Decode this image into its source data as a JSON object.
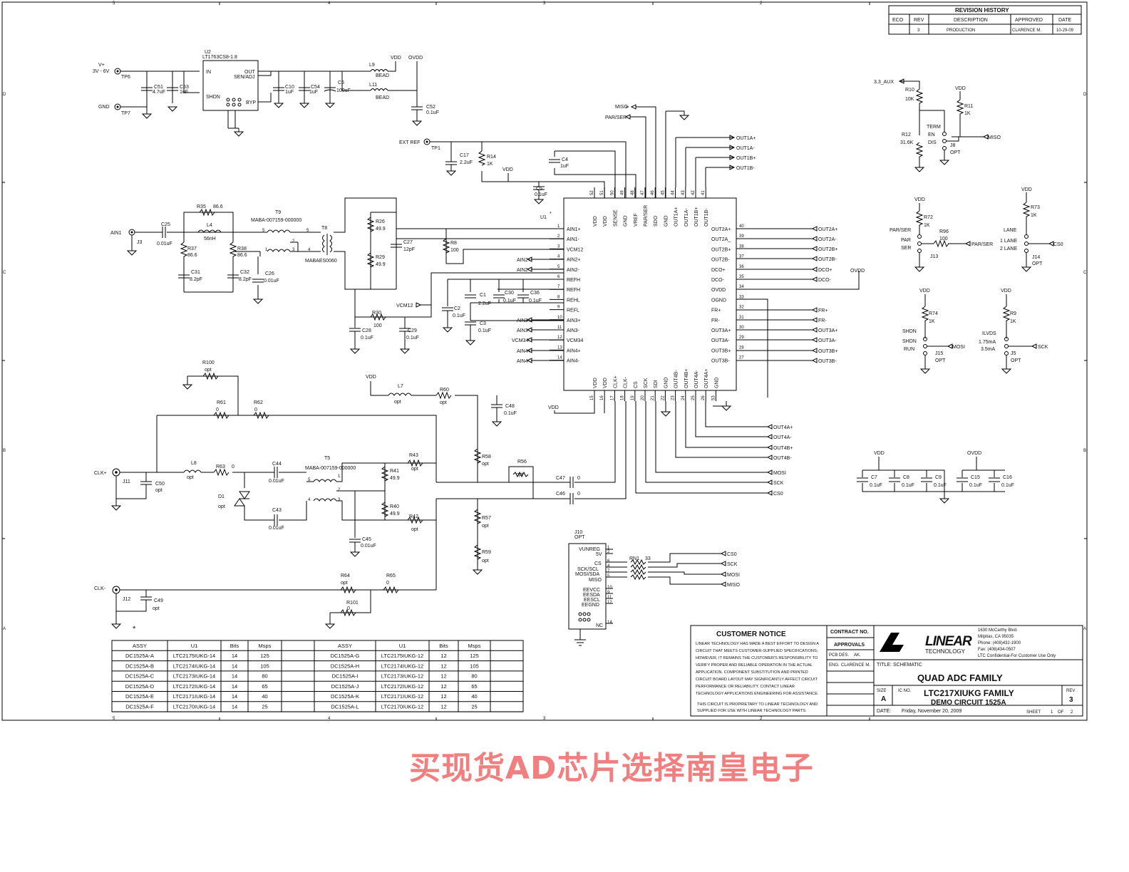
{
  "revision": {
    "title": "REVISION HISTORY",
    "headers": [
      "ECO",
      "REV",
      "DESCRIPTION",
      "APPROVED",
      "DATE"
    ],
    "row": [
      "",
      "3",
      "PRODUCTION",
      "CLARENCE M.",
      "10-29-09"
    ]
  },
  "power": {
    "vplus": "V+",
    "vrange": "3V - 6V",
    "tp6": "TP6",
    "gnd": "GND",
    "tp7": "TP7",
    "u2": "U2",
    "u2part": "LT1763CS8-1.8",
    "pin_in": "IN",
    "pin_out": "OUT",
    "pin_sen": "SEN/ADJ",
    "pin_shdn": "SHDN",
    "pin_byp": "BYP",
    "c51": "C51",
    "c51v": "4.7uF",
    "c53": "C53",
    "c53v": "1uF",
    "c10": "C10",
    "c10v": "1uF",
    "c54": "C54",
    "c54v": "1uF",
    "c6": "C6",
    "c6v": "100uF",
    "l9": "L9",
    "l11": "L11",
    "bead": "BEAD",
    "vdd": "VDD",
    "ovdd": "OVDD",
    "c52": "C52",
    "c52v": "0.1uF"
  },
  "ref": {
    "extref": "EXT REF",
    "tp1": "TP1",
    "c17": "C17",
    "c17v": "2.2uF",
    "r14": "R14",
    "r14v": "1K",
    "c4": "C4",
    "c4v": "1uF",
    "c5": "C5",
    "c5v": "0.1uF",
    "vdd": "VDD",
    "miso": "MISO",
    "parser": "PAR/SER"
  },
  "ain": {
    "ain1": "AIN1",
    "j3": "J3",
    "c25": "C25",
    "c25v": "0.01uF",
    "r35": "R35",
    "r35v": "86.6",
    "l4": "L4",
    "l4v": "56nH",
    "r37": "R37",
    "r37v": "86.6",
    "r38": "R38",
    "r38v": "86.6",
    "c31": "C31",
    "c31v": "8.2pF",
    "c32": "C32",
    "c32v": "8.2pF",
    "c26": "C26",
    "c26v": "0.01uF",
    "t9": "T9",
    "t9p": "MABA-007159-000000",
    "t8": "T8",
    "t8p": "MABAES0060",
    "r26": "R26",
    "r26v": "49.9",
    "r29": "R29",
    "r29v": "49.9",
    "c27": "C27",
    "c27v": "12pF",
    "r8": "R8",
    "r8v": "100",
    "r30": "R30",
    "r30v": "100",
    "c28": "C28",
    "c28v": "0.1uF",
    "c29": "C29",
    "c29v": "0.1uF",
    "vcm12": "VCM12"
  },
  "refcaps": {
    "c1": "C1",
    "c1v": "2.2uF",
    "c30": "C30",
    "c30v": "0.1uF",
    "c36": "C36",
    "c36v": "0.1uF",
    "c2": "C2",
    "c2v": "0.1uF",
    "c3": "C3",
    "c3v": "0.1uF",
    "ain2p": "AIN2+",
    "ain2n": "AIN2-",
    "ain3p": "AIN3+",
    "ain3n": "AIN3-",
    "vcm34": "VCM34",
    "ain4p": "AIN4+",
    "ain4n": "AIN4-"
  },
  "u1": {
    "name": "U1",
    "star": "*",
    "left": [
      "AIN1+",
      "AIN1-",
      "VCM12",
      "AIN2+",
      "AIN2-",
      "REFH",
      "REFH",
      "REHL",
      "REFL",
      "AIN3+",
      "AIN3-",
      "VCM34",
      "AIN4+",
      "AIN4-"
    ],
    "right": [
      "OUT2A+",
      "OUT2A_",
      "OUT2B+",
      "OUT2B-",
      "DCO+",
      "DCO-",
      "OVDD",
      "OGND",
      "FR+",
      "FR-",
      "OUT3A+",
      "OUT3A-",
      "OUT3B+",
      "OUT3B-"
    ],
    "right_nums": [
      "40",
      "39",
      "38",
      "37",
      "36",
      "35",
      "34",
      "33",
      "32",
      "31",
      "30",
      "29",
      "28",
      "27"
    ],
    "top": [
      "VDD",
      "VDD",
      "SENSE",
      "GND",
      "VREF",
      "PAR/SER",
      "SDO",
      "GND",
      "OUT1A+",
      "OUT1A-",
      "OUT1B+",
      "OUT1B-"
    ],
    "top_nums": [
      "52",
      "51",
      "50",
      "49",
      "48",
      "47",
      "46",
      "45",
      "44",
      "43",
      "42",
      "41"
    ],
    "bottom": [
      "VDD",
      "VDD",
      "CLK+",
      "CLK-",
      "CS",
      "SCK",
      "SDI",
      "GND",
      "OUT4B-",
      "OUT4B+",
      "OUT4A-",
      "OUT4A+",
      "GND"
    ],
    "bottom_nums": [
      "15",
      "16",
      "17",
      "18",
      "19",
      "20",
      "21",
      "22",
      "23",
      "24",
      "25",
      "26",
      "53"
    ]
  },
  "netlabels": {
    "out1": [
      "OUT1A+",
      "OUT1A-",
      "OUT1B+",
      "OUT1B-"
    ],
    "out2": [
      "OUT2A+",
      "OUT2A-",
      "OUT2B+",
      "OUT2B-",
      "DCO+",
      "DCO-"
    ],
    "ovdd": "OVDD",
    "out3": [
      "FR+",
      "FR-",
      "OUT3A+",
      "OUT3A-",
      "OUT3B+",
      "OUT3B-"
    ],
    "out4": [
      "OUT4A+",
      "OUT4A-",
      "OUT4B+",
      "OUT4B-"
    ],
    "spi": [
      "MOSI",
      "SCK",
      "CS0"
    ],
    "vdd": "VDD"
  },
  "clk": {
    "r100": "R100",
    "opt": "opt",
    "r61": "R61",
    "r62": "R62",
    "zero": "0",
    "vdd": "VDD",
    "l7": "L7",
    "r60": "R60",
    "c48": "C48",
    "c48v": "0.1uF",
    "clkp": "CLK+",
    "j11": "J11",
    "c50": "C50",
    "l8": "L8",
    "r63": "R63",
    "c44": "C44",
    "c44v": "0.01uF",
    "c43": "C43",
    "c43v": "0.01uF",
    "d1": "D1",
    "t5": "T5",
    "t5p": "MABA-007159-000000",
    "r43": "R43",
    "r41": "R41",
    "r41v": "49.9",
    "r40": "R40",
    "r40v": "49.9",
    "r42": "R42",
    "c45": "C45",
    "c45v": "0.01uF",
    "r58": "R58",
    "r56": "R56",
    "r57": "R57",
    "r59": "R59",
    "c47": "C47",
    "c46": "C46",
    "clkn": "CLK-",
    "j12": "J12",
    "c49": "C49",
    "r64": "R64",
    "r65": "R65",
    "r101": "R101",
    "star": "*"
  },
  "j10": {
    "j10": "J10",
    "opt": "OPT",
    "vunreg": "VUNREG",
    "v5": "5V",
    "cs": "CS",
    "sckscl": "SCK/SCL",
    "mosisda": "MOSI/SDA",
    "miso": "MISO",
    "eevcc": "EEVCC",
    "eesda": "EESDA",
    "eescl": "EESCL",
    "eegnd": "EEGND",
    "nc": "NC",
    "rn1": "RN1",
    "rn1v": "33",
    "nets": [
      "CS0",
      "SCK",
      "MOSI",
      "MISO"
    ]
  },
  "jumpers": {
    "aux": "3.3_AUX",
    "r10": "R10",
    "r10v": "10K",
    "r11": "R11",
    "r11v": "1K",
    "vdd": "VDD",
    "term": "TERM",
    "en": "EN",
    "dis": "DIS",
    "r12": "R12",
    "r12v": "31.6K",
    "j8": "J8",
    "opt": "OPT",
    "miso": "MISO",
    "r72": "R72",
    "r72v": "1K",
    "parser": "PAR/SER",
    "par": "PAR",
    "ser": "SER",
    "r96": "R96",
    "r96v": "100",
    "j13": "J13",
    "r73": "R73",
    "r73v": "1K",
    "lane": "LANE",
    "lane1": "1 LANE",
    "lane2": "2 LANE",
    "j14": "J14",
    "cs0": "CS0",
    "r74": "R74",
    "r74v": "1K",
    "shdn": "SHDN",
    "run": "RUN",
    "j15": "J15",
    "mosi": "MOSI",
    "r9": "R9",
    "r9v": "1K",
    "ilvds": "ILVDS",
    "ma175": "1.75mA",
    "ma35": "3.5mA",
    "j5": "J5",
    "sck": "SCK"
  },
  "decoupling": {
    "vdd": "VDD",
    "ovdd": "OVDD",
    "caps": [
      "C7",
      "C8",
      "C9",
      "C15",
      "C16"
    ],
    "val": "0.1uF"
  },
  "bom": {
    "headers": [
      "ASSY",
      "U1",
      "Bits",
      "Msps"
    ],
    "left": [
      [
        "DC1525A-A",
        "LTC2175IUKG-14",
        "14",
        "125"
      ],
      [
        "DC1525A-B",
        "LTC2174IUKG-14",
        "14",
        "105"
      ],
      [
        "DC1525A-C",
        "LTC2173IUKG-14",
        "14",
        "80"
      ],
      [
        "DC1525A-D",
        "LTC2172IUKG-14",
        "14",
        "65"
      ],
      [
        "DC1525A-E",
        "LTC2171IUKG-14",
        "14",
        "40"
      ],
      [
        "DC1525A-F",
        "LTC2170IUKG-14",
        "14",
        "25"
      ]
    ],
    "right": [
      [
        "DC1525A-G",
        "LTC2175IUKG-12",
        "12",
        "125"
      ],
      [
        "DC1525A-H",
        "LTC2174IUKG-12",
        "12",
        "105"
      ],
      [
        "DC1525A-I",
        "LTC2173IUKG-12",
        "12",
        "80"
      ],
      [
        "DC1525A-J",
        "LTC2172IUKG-12",
        "12",
        "65"
      ],
      [
        "DC1525A-K",
        "LTC2171IUKG-12",
        "12",
        "40"
      ],
      [
        "DC1525A-L",
        "LTC2170IUKG-12",
        "12",
        "25"
      ]
    ]
  },
  "titleblock": {
    "notice": "CUSTOMER NOTICE",
    "notice_lines": [
      "LINEAR TECHNOLOGY HAS MADE A BEST EFFORT TO DESIGN A",
      "CIRCUIT THAT MEETS CUSTOMER-SUPPLIED SPECIFICATIONS;",
      "HOWEVER, IT REMAINS THE CUSTOMER'S RESPONSIBILITY TO",
      "VERIFY PROPER AND RELIABLE OPERATION IN THE ACTUAL",
      "APPLICATION. COMPONENT SUBSTITUTION AND PRINTED",
      "CIRCUIT BOARD LAYOUT MAY SIGNIFICANTLY AFFECT CIRCUIT",
      "PERFORMANCE OR RELIABILITY. CONTACT LINEAR",
      "TECHNOLOGY APPLICATIONS ENGINEERING FOR ASSISTANCE."
    ],
    "prop_lines": [
      "THIS CIRCUIT IS PROPRIETARY TO LINEAR TECHNOLOGY AND",
      "SUPPLIED FOR USE WITH LINEAR TECHNOLOGY PARTS."
    ],
    "contract": "CONTRACT NO.",
    "approvals": "APPROVALS",
    "pcbdes": "PCB DES.",
    "pcbdes_v": "AK.",
    "eng": "ENG.",
    "eng_v": "CLARENCE M.",
    "logo": "LINEAR",
    "logo_sub": "TECHNOLOGY",
    "addr": [
      "1630 McCarthy Blvd.",
      "Milpitas, CA 95035",
      "Phone: (408)432-1900",
      "Fax: (408)434-0507",
      "LTC Confidential-For Customer Use Only"
    ],
    "title_label": "TITLE:",
    "title": "SCHEMATIC",
    "product": "QUAD ADC FAMILY",
    "product2": "LTC217XIUKG FAMILY",
    "product3": "DEMO CIRCUIT 1525A",
    "size_label": "SIZE",
    "size": "A",
    "icno": "IC NO.",
    "rev_label": "REV",
    "rev": "3",
    "date_label": "DATE:",
    "date": "Friday, November 20, 2009",
    "sheet_label": "SHEET",
    "sheet": "1",
    "of_label": "OF",
    "of": "2"
  },
  "border": {
    "top_nums": [
      "5",
      "4",
      "3",
      "2"
    ],
    "bottom_nums": [
      "5",
      "4",
      "3",
      "2"
    ],
    "side_letters": [
      "D",
      "C",
      "B",
      "A"
    ]
  },
  "watermark": "买现货AD芯片选择南皇电子"
}
